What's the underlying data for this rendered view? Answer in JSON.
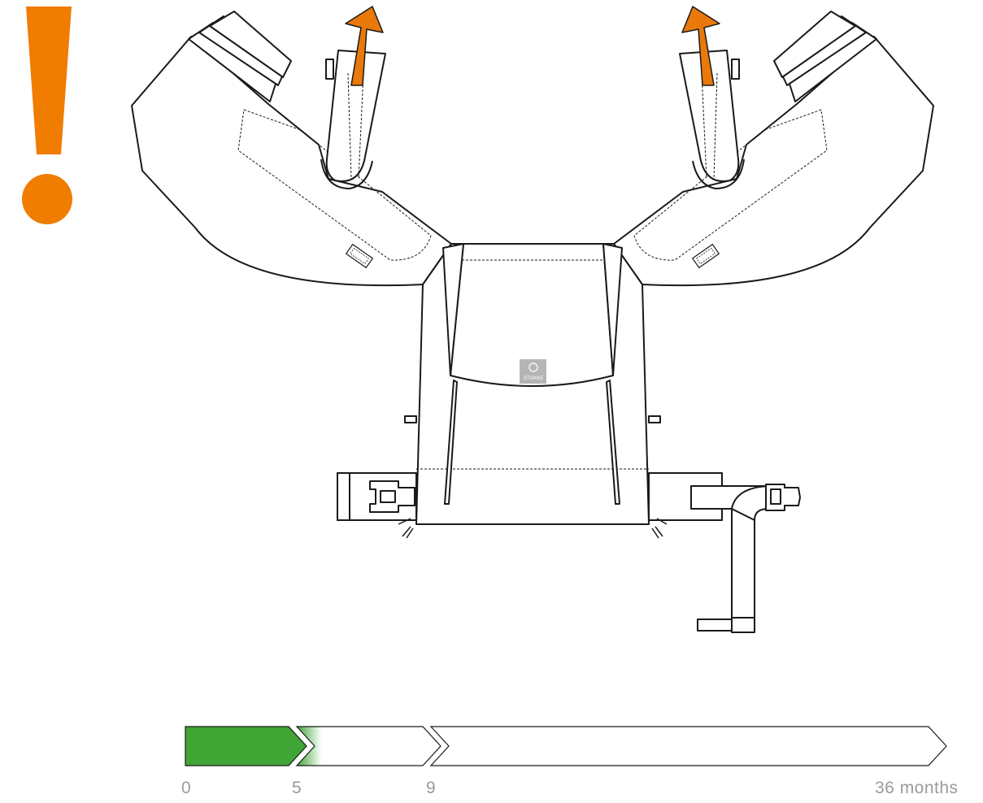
{
  "colors": {
    "warning": "#f07c00",
    "arrow": "#e8790a",
    "progress_fill": "#3fa535",
    "outline": "#1a1a1a",
    "label": "#9a9a9a",
    "logo_bg": "#b5b5b5"
  },
  "warning": {
    "icon": "exclamation-icon"
  },
  "logo": {
    "icon": "stork-icon",
    "text": "STOKKE"
  },
  "timeline": {
    "unit": "months",
    "range_months": [
      0,
      36
    ],
    "filled_until_month": 5,
    "labels": [
      "0",
      "5",
      "9",
      "36 months"
    ]
  }
}
